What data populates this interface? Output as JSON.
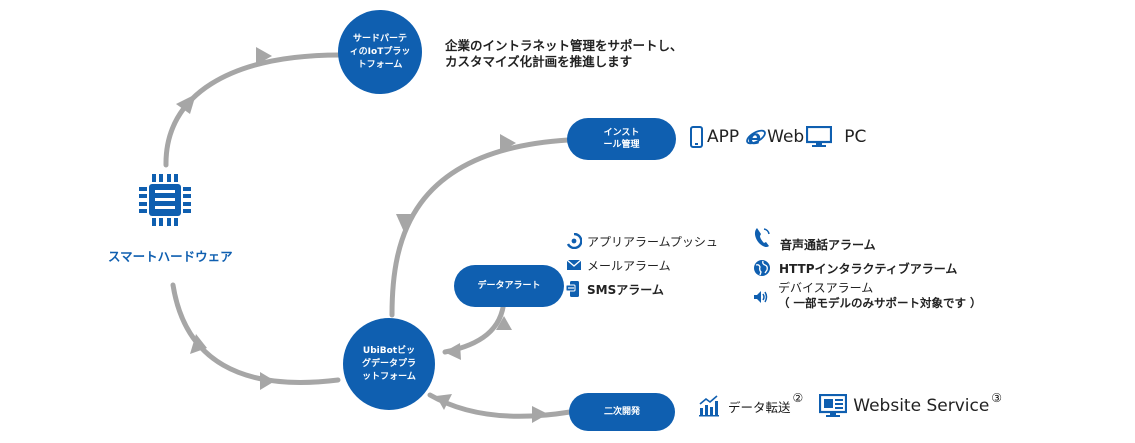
{
  "nodes": {
    "third_party": "サードパーテ\nィのIoTプラッ\nトフォーム",
    "ubibot": "UbiBotビッ\nグデータプラ\nットフォーム",
    "smart_hardware": "スマートハードウェア",
    "install_mgmt": "インスト\nール管理",
    "data_alert": "データアラート",
    "secondary_dev": "二次開発"
  },
  "third_party_desc": {
    "line1": "企業のイントラネット管理をサポートし、",
    "line2": "カスタマイズ化計画を推進します"
  },
  "install_platforms": {
    "app": "APP",
    "web": "Web",
    "pc": "PC"
  },
  "alarms_left": {
    "push": "アプリアラームプッシュ",
    "mail": "メールアラーム",
    "sms": "SMSアラーム"
  },
  "alarms_right": {
    "voice": "音声通話アラーム",
    "http": "HTTPインタラクティブアラーム",
    "device": "デバイスアラーム",
    "device_note": "（ 一部モデルのみサポート対象です ）"
  },
  "secondary": {
    "data_transfer": "データ転送",
    "data_transfer_mark": "②",
    "website_service": "Website Service",
    "website_service_mark": "③"
  },
  "colors": {
    "primary": "#0f5fb0",
    "arrow": "#a6a6a6",
    "text": "#222222"
  },
  "icons": [
    "chip-icon",
    "phone-icon",
    "ie-browser-icon",
    "monitor-icon",
    "push-notification-icon",
    "mail-icon",
    "sms-icon",
    "phone-call-icon",
    "globe-icon",
    "speaker-icon",
    "bar-chart-icon",
    "website-monitor-icon"
  ]
}
